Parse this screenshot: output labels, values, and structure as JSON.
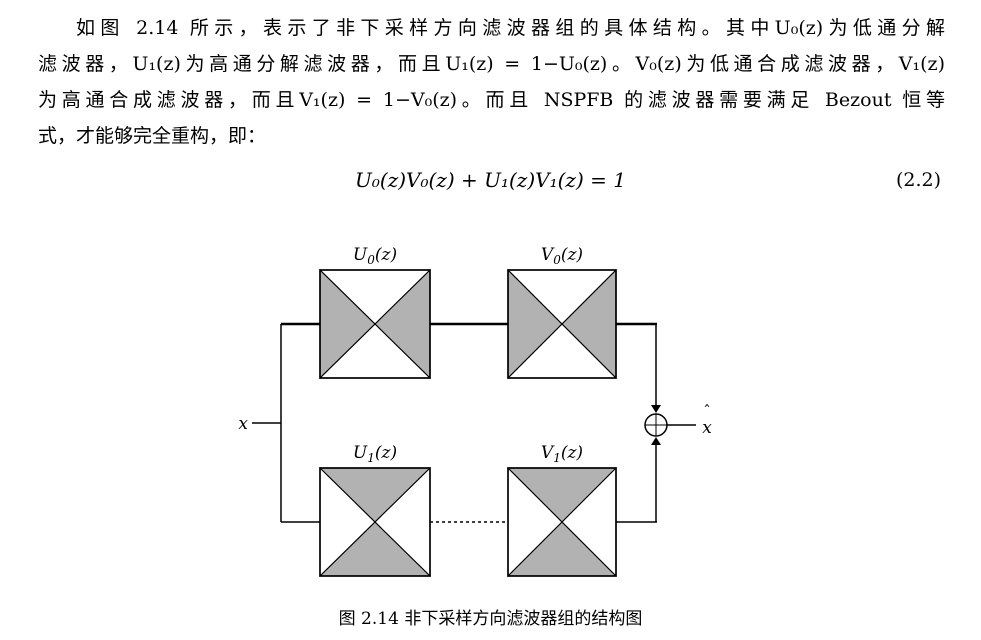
{
  "page": {
    "paragraph": {
      "lines": [
        "如图 2.14 所示，表示了非下采样方向滤波器组的具体结构。其中U₀(z)为低通分解",
        "滤波器，U₁(z)为高通分解滤波器，而且U₁(z) = 1−U₀(z)。V₀(z)为低通合成滤波器，V₁(z)",
        "为高通合成滤波器，而且V₁(z) = 1−V₀(z)。而且 NSPFB 的滤波器需要满足 Bezout 恒等",
        "式，才能够完全重构，即："
      ]
    },
    "equation": {
      "expression": "U₀(z)V₀(z) + U₁(z)V₁(z) = 1",
      "number": "(2.2)"
    },
    "figure": {
      "caption": "图 2.14 非下采样方向滤波器组的结构图",
      "input_label": "x",
      "output_label_base": "x",
      "output_label_hat": "ˆ",
      "blocks": [
        {
          "base": "U",
          "sub": "0",
          "suffix": "(z)"
        },
        {
          "base": "V",
          "sub": "0",
          "suffix": "(z)"
        },
        {
          "base": "U",
          "sub": "1",
          "suffix": "(z)"
        },
        {
          "base": "V",
          "sub": "1",
          "suffix": "(z)"
        }
      ],
      "colors": {
        "shaded_fill": "#b2b2b2",
        "line": "#000000"
      }
    }
  }
}
